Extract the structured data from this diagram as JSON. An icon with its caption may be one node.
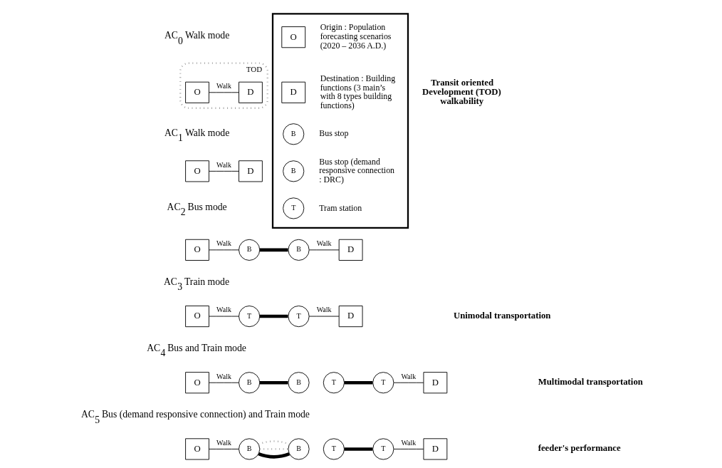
{
  "diagram": {
    "nodes": [
      {
        "text": [
          "TOD"
        ]
      },
      {
        "text": [
          "O"
        ],
        "in": 0
      },
      {
        "text": [
          "D"
        ],
        "in": 0
      },
      {
        "text": [
          "O"
        ]
      },
      {
        "text": [
          "D"
        ]
      },
      {
        "text": [
          "O"
        ]
      },
      {
        "text": [
          "B"
        ]
      },
      {
        "text": [
          "B"
        ]
      },
      {
        "text": [
          "D"
        ]
      },
      {
        "text": [
          "O"
        ]
      },
      {
        "text": [
          "T"
        ]
      },
      {
        "text": [
          "T"
        ]
      },
      {
        "text": [
          "D"
        ]
      },
      {
        "text": [
          "O"
        ]
      },
      {
        "text": [
          "B"
        ]
      },
      {
        "text": [
          "B"
        ]
      },
      {
        "text": [
          "T"
        ]
      },
      {
        "text": [
          "T"
        ]
      },
      {
        "text": [
          "D"
        ]
      },
      {
        "text": [
          "O"
        ]
      },
      {
        "text": [
          "B"
        ]
      },
      {
        "text": [
          "B"
        ]
      },
      {
        "text": [
          "T"
        ]
      },
      {
        "text": [
          "T"
        ]
      },
      {
        "text": [
          "D"
        ]
      },
      {
        "text": [],
        "shape": "box"
      },
      {
        "text": [
          "O"
        ],
        "in": 25,
        "beside": [
          "Origin : Population forecasting scenarios (2020 – 2036 A.D.)"
        ]
      },
      {
        "text": [
          "D"
        ],
        "in": 25,
        "beside": [
          "Destination : Building functions (3 main’s with 8 types building functions)"
        ]
      },
      {
        "text": [
          "B"
        ],
        "in": 25,
        "beside": [
          "Bus stop"
        ]
      },
      {
        "text": [
          "B"
        ],
        "in": 25,
        "beside": [
          "Bus stop (demand responsive connection : DRC)"
        ]
      },
      {
        "text": [
          "T"
        ],
        "in": 25,
        "beside": [
          "Tram station"
        ]
      }
    ],
    "edges": [
      {
        "from": 1,
        "to": 2,
        "arrow": "none",
        "label": "Walk"
      },
      {
        "from": 3,
        "to": 4,
        "arrow": "none",
        "label": "Walk"
      },
      {
        "from": 5,
        "to": 6,
        "arrow": "none",
        "label": "Walk"
      },
      {
        "from": 6,
        "to": 7,
        "arrow": "none",
        "style": "thick"
      },
      {
        "from": 7,
        "to": 8,
        "arrow": "none",
        "label": "Walk"
      },
      {
        "from": 9,
        "to": 10,
        "arrow": "none",
        "label": "Walk"
      },
      {
        "from": 10,
        "to": 11,
        "arrow": "none",
        "style": "thick"
      },
      {
        "from": 11,
        "to": 12,
        "arrow": "none",
        "label": "Walk"
      },
      {
        "from": 13,
        "to": 14,
        "arrow": "none",
        "label": "Walk"
      },
      {
        "from": 14,
        "to": 15,
        "arrow": "none",
        "style": "thick"
      },
      {
        "from": 16,
        "to": 17,
        "arrow": "none",
        "style": "thick"
      },
      {
        "from": 17,
        "to": 18,
        "arrow": "none",
        "label": "Walk"
      },
      {
        "from": 19,
        "to": 20,
        "arrow": "none",
        "label": "Walk"
      },
      {
        "from": 20,
        "to": 21,
        "arrow": "none",
        "style": "thick"
      },
      {
        "from": 20,
        "to": 21,
        "arrow": "none",
        "style": "dashed",
        "color": "#999999"
      },
      {
        "from": 20,
        "to": 21,
        "arrow": "none",
        "style": "dashed",
        "color": "#999999"
      },
      {
        "from": 22,
        "to": 23,
        "arrow": "none",
        "style": "thick"
      },
      {
        "from": 23,
        "to": 24,
        "arrow": "none",
        "label": "Walk"
      }
    ],
    "labels": [
      "AC$_{0}$ Walk mode",
      "Transit oriented Development (TOD) walkability",
      "AC$_{1}$ Walk mode",
      "AC$_{2}$ Bus mode",
      "Unimodal transportation",
      "AC$_{3}$ Train mode",
      "AC$_{4}$ Bus and Train mode",
      "Multimodal transportation",
      "AC$_{5}$ Bus (demand responsive connection) and Train mode",
      "feeder's performance"
    ]
  }
}
